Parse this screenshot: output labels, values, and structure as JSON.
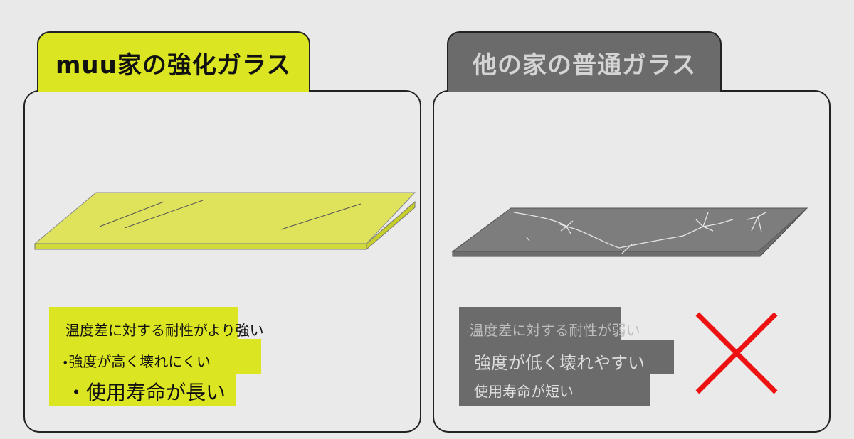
{
  "left": {
    "title": "muu家の強化ガラス",
    "features": [
      "温度差に対する耐性がより強い",
      "強度が高く壊れにくい",
      "・使用寿命が長い"
    ],
    "color": "#dbe521"
  },
  "right": {
    "title": "他の家の普通ガラス",
    "features": [
      "温度差に対する耐性が弱い",
      "強度が低く壊れやすい",
      "使用寿命が短い"
    ],
    "color": "#6b6b6b"
  },
  "mark_color": "#ee1111"
}
